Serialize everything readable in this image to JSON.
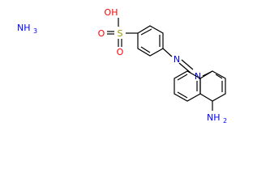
{
  "molecule": {
    "ammonia": {
      "symbol": "NH",
      "subscript": "3"
    },
    "sulfonic_acid": {
      "hydroxyl": "OH",
      "sulfur": "S",
      "oxygen_upper": "O",
      "oxygen_lower": "O"
    },
    "azo": {
      "nitrogen_left": "N",
      "nitrogen_right": "N"
    },
    "amine": {
      "symbol": "NH",
      "subscript": "2"
    }
  },
  "colors": {
    "oxygen": "#ff0000",
    "sulfur": "#999900",
    "nitrogen": "#0000ff",
    "carbon_bond": "#000000",
    "text_default": "#000000"
  }
}
